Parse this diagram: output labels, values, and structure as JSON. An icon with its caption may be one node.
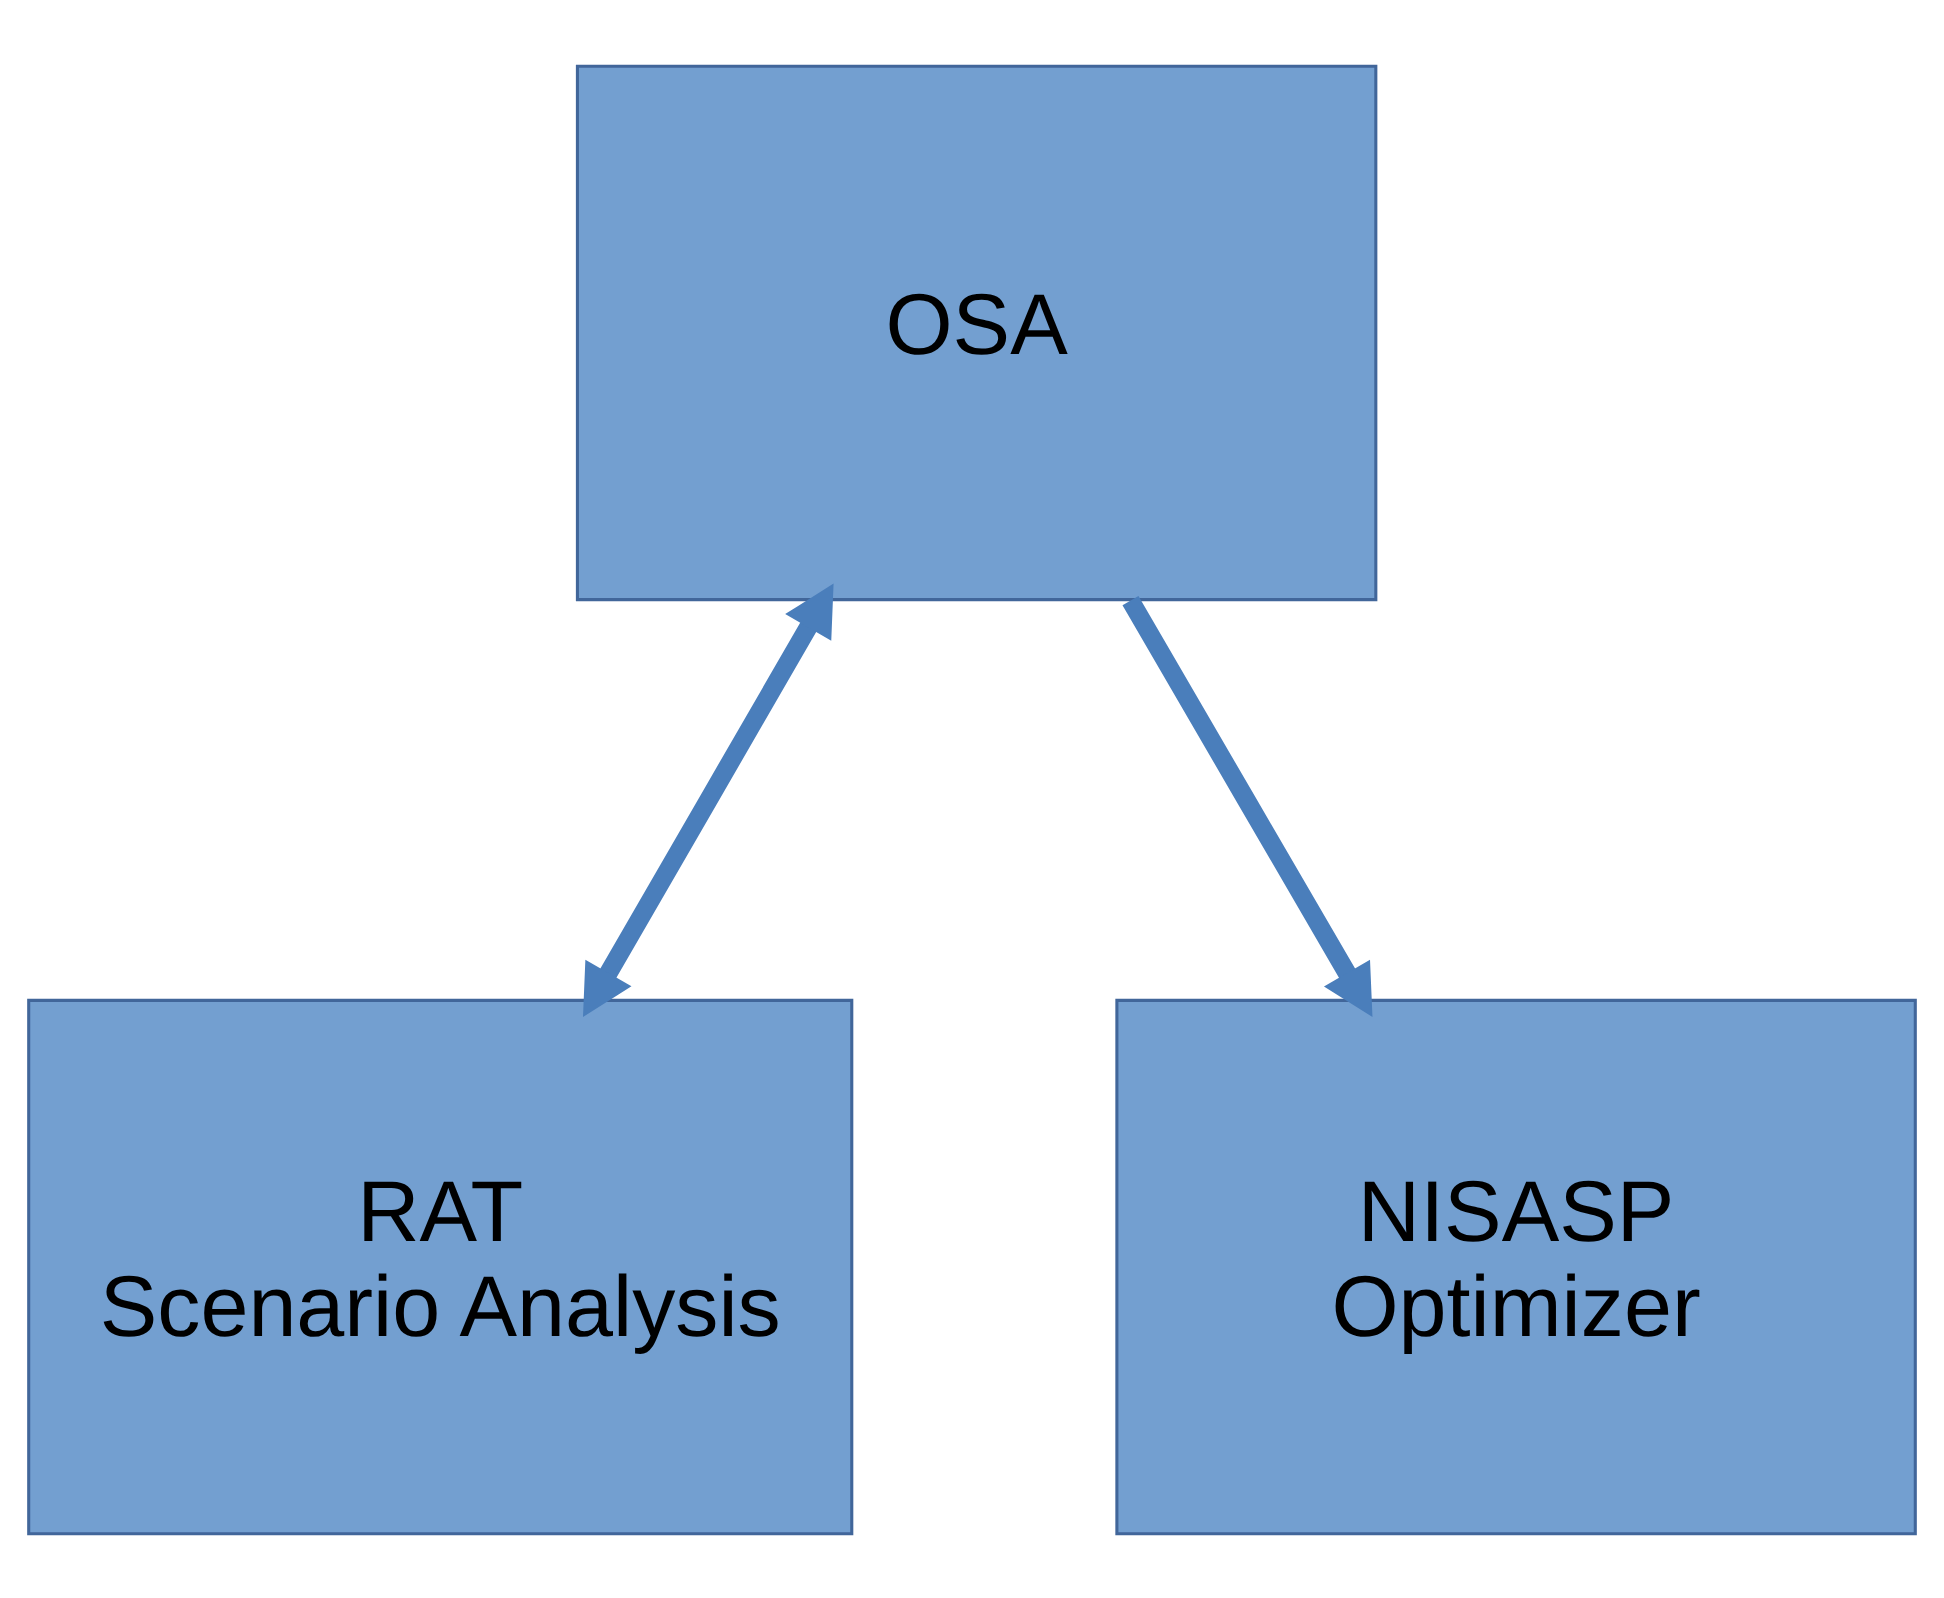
{
  "diagram": {
    "nodes": [
      {
        "text": [
          "OSA"
        ]
      },
      {
        "text": [
          "RAT",
          "Scenario Analysis"
        ]
      },
      {
        "text": [
          "NISASP",
          "Optimizer"
        ]
      }
    ],
    "edges": [
      {
        "from": 0,
        "to": 1,
        "arrow": "both"
      },
      {
        "from": 0,
        "to": 2,
        "arrow": "to"
      }
    ]
  }
}
